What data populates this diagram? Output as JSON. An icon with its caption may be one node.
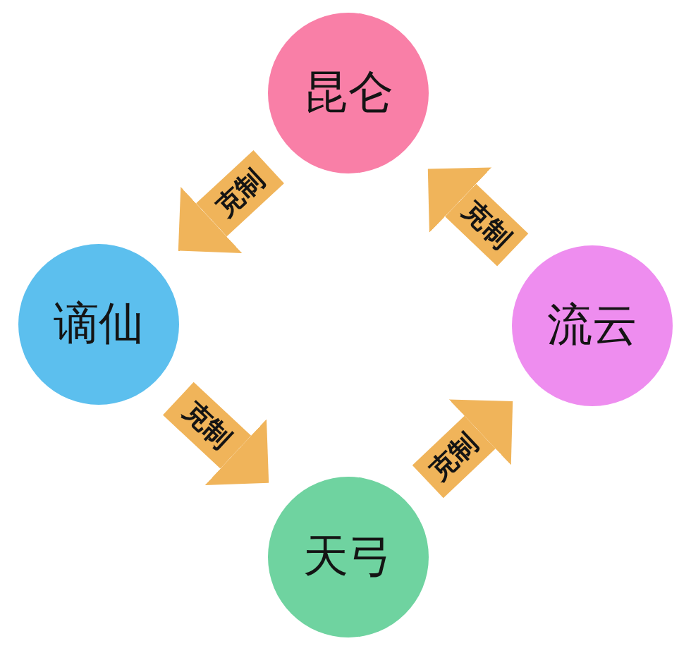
{
  "diagram": {
    "nodes": [
      {
        "text": [
          "昆仑"
        ]
      },
      {
        "text": [
          "谪仙"
        ]
      },
      {
        "text": [
          "流云"
        ]
      },
      {
        "text": [
          "天弓"
        ]
      }
    ],
    "edges": [
      {
        "from": 0,
        "to": 1,
        "arrow": "to",
        "label": "克制"
      },
      {
        "from": 1,
        "to": 3,
        "arrow": "to",
        "label": "克制"
      },
      {
        "from": 3,
        "to": 2,
        "arrow": "to",
        "label": "克制"
      },
      {
        "from": 2,
        "to": 0,
        "arrow": "to",
        "label": "克制"
      }
    ]
  }
}
